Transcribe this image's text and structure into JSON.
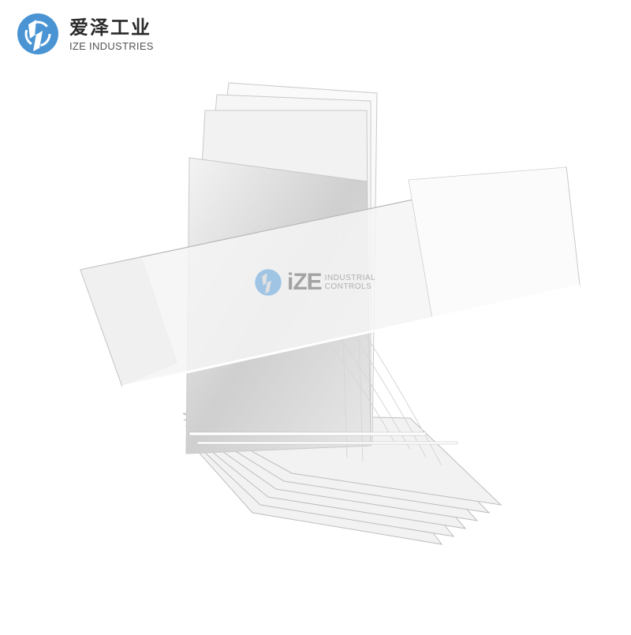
{
  "logo": {
    "name_cn": "爱泽工业",
    "name_en": "IZE INDUSTRIES",
    "icon": "ize-swirl-logo-icon",
    "color": "#4a94d4"
  },
  "watermark": {
    "brand": "iZE",
    "line1": "INDUSTRIAL",
    "line2": "CONTROLS",
    "icon": "ize-swirl-logo-icon",
    "color": "#6aa8dc"
  },
  "product": {
    "subject": "stack of glass microscope slides",
    "background": "#ffffff"
  }
}
